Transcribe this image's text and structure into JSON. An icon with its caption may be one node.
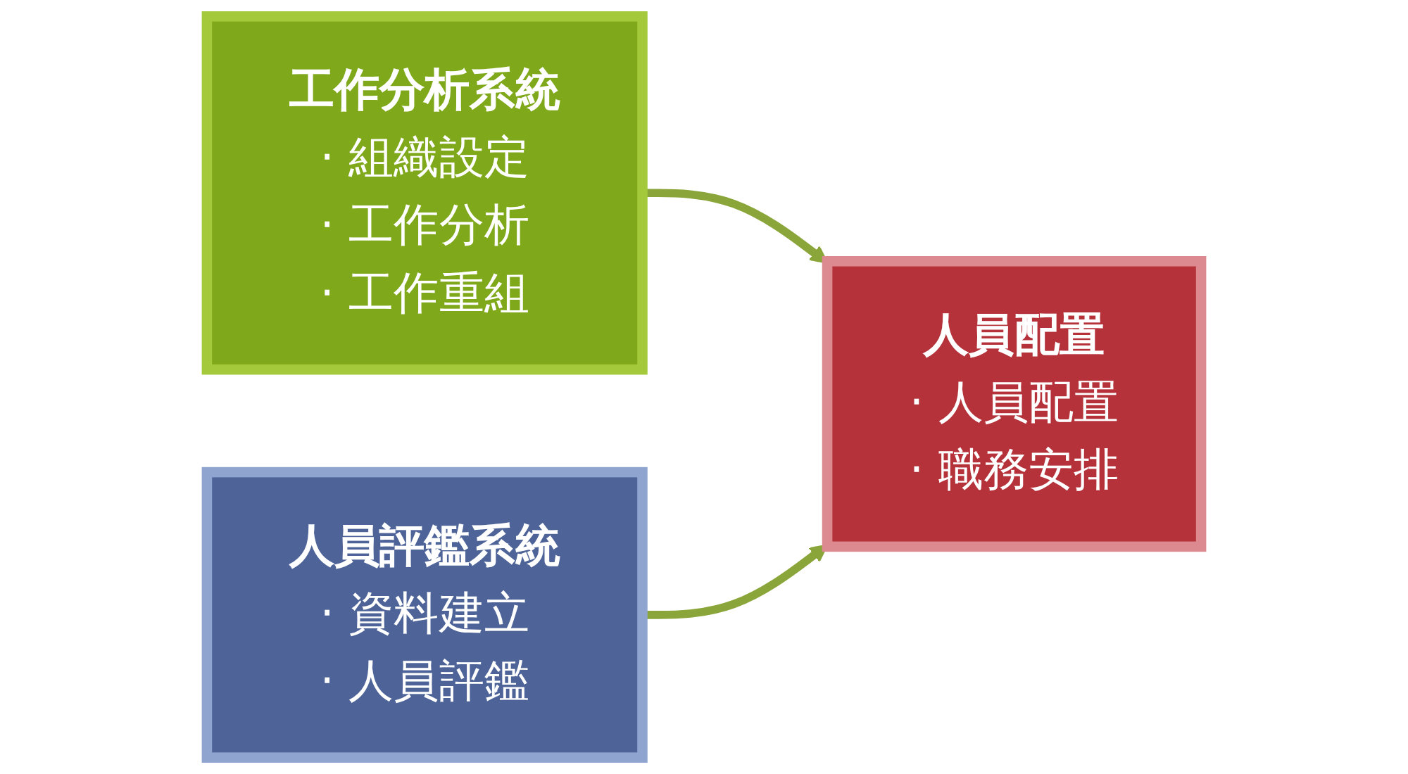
{
  "diagram": {
    "nodes": [
      {
        "text": [
          "工作分析系統",
          "· 組織設定",
          "· 工作分析",
          "· 工作重組"
        ]
      },
      {
        "text": [
          "人員評鑑系統",
          "· 資料建立",
          "· 人員評鑑"
        ]
      },
      {
        "text": [
          "人員配置",
          "· 人員配置",
          "· 職務安排"
        ]
      }
    ],
    "edges": [
      {
        "from": 0,
        "to": 2,
        "arrow": "to"
      },
      {
        "from": 1,
        "to": 2,
        "arrow": "to"
      }
    ]
  }
}
